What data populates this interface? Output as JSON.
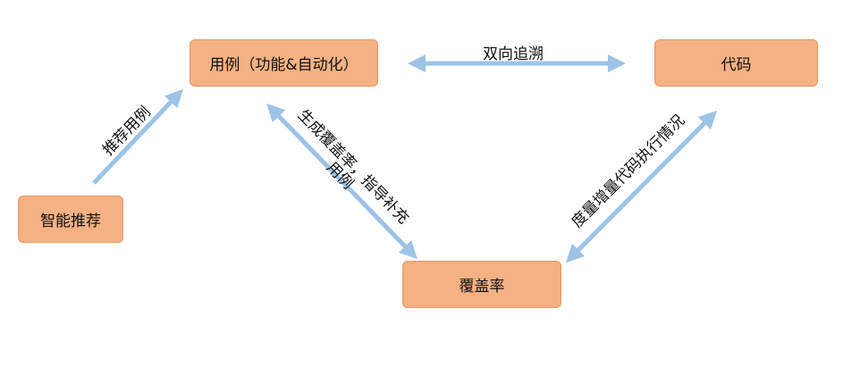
{
  "nodes": {
    "usecase": "用例（功能&自动化）",
    "code": "代码",
    "recommend": "智能推荐",
    "coverage": "覆盖率"
  },
  "edges": {
    "trace": "双向追溯",
    "recommend_cases": "推荐用例",
    "coverage_line1": "生成覆盖率，指导补充",
    "coverage_line2": "用例",
    "measure": "度量增量代码执行情况"
  },
  "colors": {
    "box": "#f4b183",
    "arrow": "#9dc3e6"
  }
}
